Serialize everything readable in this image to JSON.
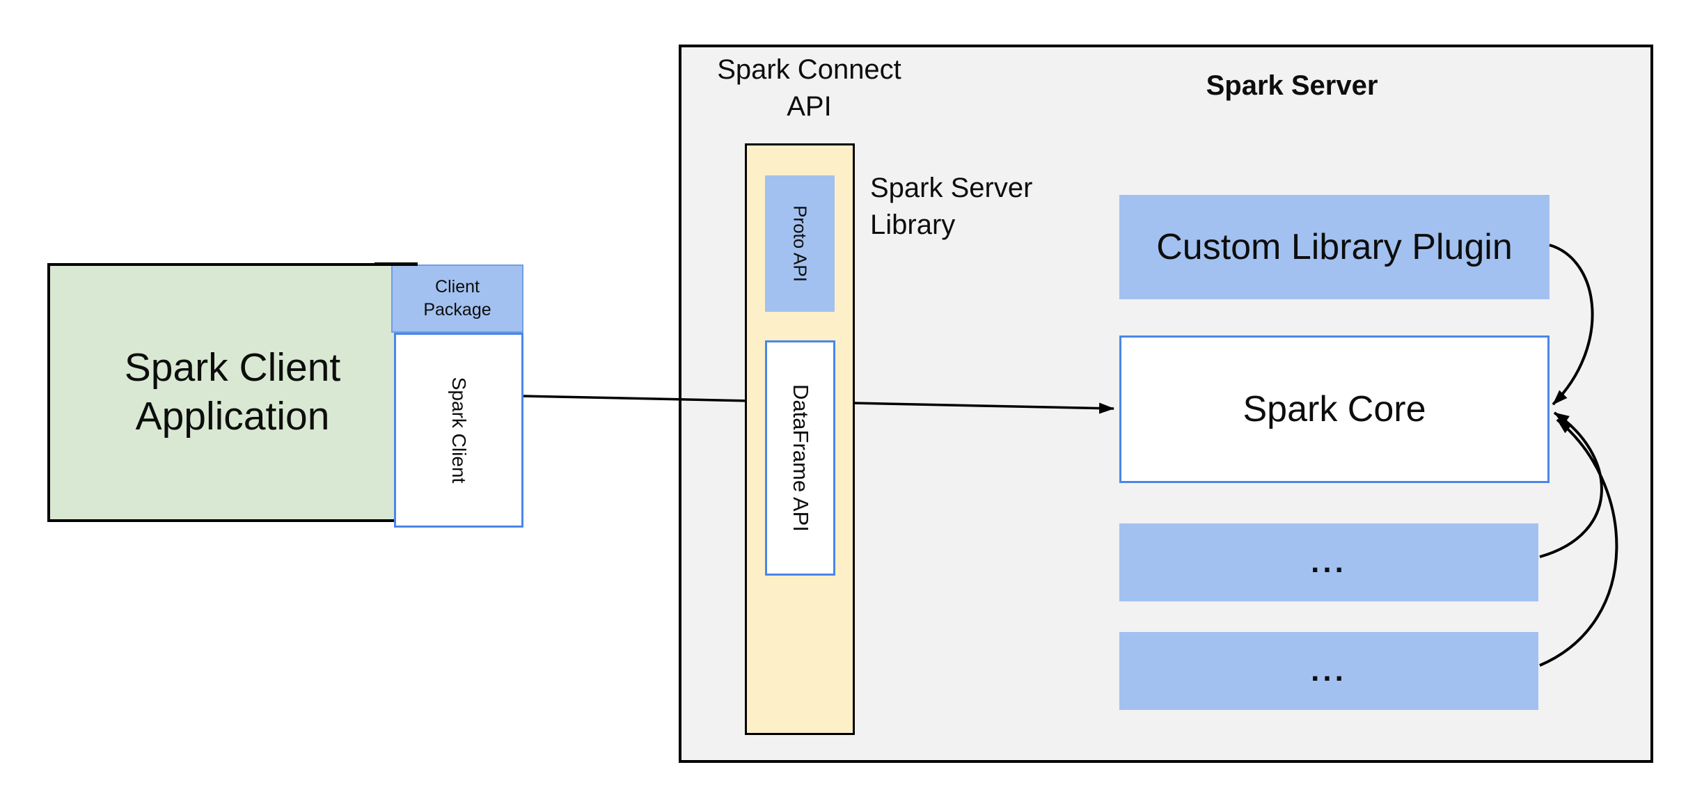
{
  "colors": {
    "gray_fill": "#f2f2f2",
    "green_fill": "#d9e8d2",
    "blue_fill": "#a2c1f0",
    "yellow_fill": "#fdf0c9",
    "blue_border": "#4a86e8",
    "package_border": "#6d9eeb",
    "line": "#000000"
  },
  "client_app": {
    "label": "Spark Client Application",
    "package_label": "Client Package",
    "client_label": "Spark Client"
  },
  "spark_connect": {
    "title": "Spark Connect API",
    "server_library_label": "Spark Server Library",
    "proto_api_label": "Proto API",
    "dataframe_api_label": "DataFrame API"
  },
  "spark_server": {
    "title": "Spark Server",
    "plugin_label": "Custom Library Plugin",
    "core_label": "Spark Core",
    "extension_placeholder_1": "...",
    "extension_placeholder_2": "..."
  }
}
